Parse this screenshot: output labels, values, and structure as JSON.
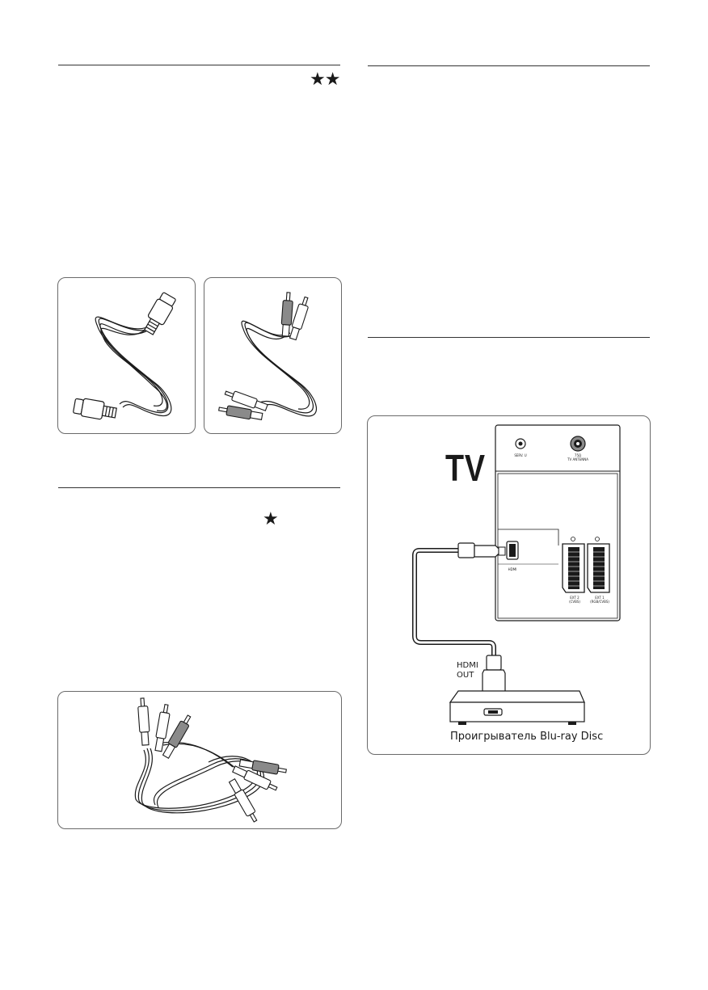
{
  "left_column": {
    "section_a": {
      "stars": "★★"
    },
    "section_b": {
      "stars": "★"
    }
  },
  "right_column": {
    "diagram": {
      "tv_label": "TV",
      "ports": {
        "serv": "SERV. U",
        "antenna": "75Ω\nTV ANTENNA",
        "hdmi": "HDMI",
        "ext2": "EXT 2\n(CVBS)",
        "ext1": "EXT 1\n(RGB/CVBS)"
      },
      "hdmi_out_label": "HDMI\nOUT",
      "device_caption": "Проигрыватель Blu-ray Disc"
    }
  },
  "colors": {
    "line": "#333333",
    "panel_border": "#6a6a6a",
    "cable": "#1a1a1a",
    "fill_gray": "#8a8a8a"
  }
}
